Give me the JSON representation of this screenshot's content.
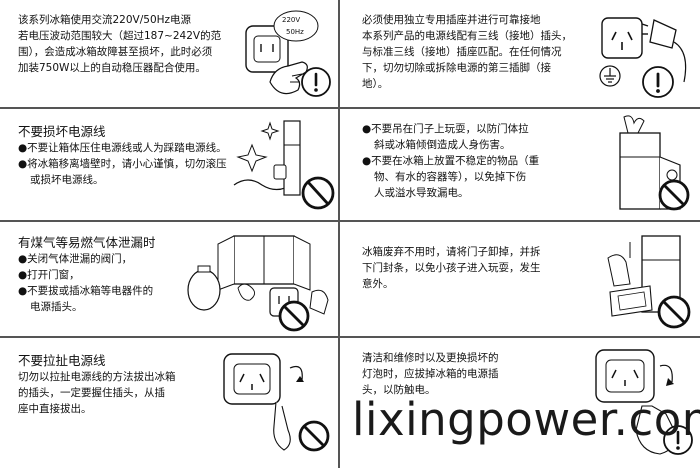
{
  "panels": {
    "p1": {
      "text": [
        "该系列冰箱使用交流220V/50Hz电源",
        "若电压波动范围较大（超过187~242V的范",
        "围），会造成冰箱故障甚至损坏，此时必须",
        "加装750W以上的自动稳压器配合使用。"
      ],
      "socket_labels": [
        "220V",
        "50Hz"
      ]
    },
    "p2": {
      "text": [
        "必须使用独立专用插座并进行可靠接地",
        "本系列产品的电源线配有三线（接地）插头，",
        "与标准三线（接地）插座匹配。在任何情况",
        "下，切勿切除或拆除电源的第三插脚（接",
        "地）。"
      ]
    },
    "p3": {
      "title": "不要损坏电源线",
      "bullets": [
        "●不要让箱体压住电源线或人为踩踏电源线。",
        "●将冰箱移离墙壁时，请小心谨慎，切勿滚压",
        "或损坏电源线。"
      ]
    },
    "p4": {
      "bullets": [
        "●不要吊在门子上玩耍，以防门体拉",
        "斜或冰箱倾倒造成人身伤害。",
        "●不要在冰箱上放置不稳定的物品（重",
        "物、有水的容器等），以免掉下伤",
        "人或溢水导致漏电。"
      ]
    },
    "p5": {
      "title": "有煤气等易燃气体泄漏时",
      "bullets": [
        "●关闭气体泄漏的阀门，",
        "●打开门窗，",
        "●不要拔或插冰箱等电器件的",
        "电源插头。"
      ]
    },
    "p6": {
      "text": [
        "冰箱废弃不用时，请将门子卸掉，并拆",
        "下门封条，以免小孩子进入玩耍，发生",
        "意外。"
      ]
    },
    "p7": {
      "title": "不要拉扯电源线",
      "text": [
        "切勿以拉扯电源线的方法拔出冰箱",
        "的插头，一定要握住插头，从插",
        "座中直接拔出。"
      ]
    },
    "p8": {
      "text": [
        "清洁和维修时以及更换损坏的",
        "灯泡时，应拔掉冰箱的电源插",
        "头，以防触电。"
      ]
    }
  },
  "watermark": "lixingpower.com",
  "colors": {
    "ink": "#111111",
    "rule": "#555555",
    "paper": "#ffffff"
  },
  "icons": [
    "warning-exclamation-icon",
    "prohibited-icon",
    "ground-symbol-icon"
  ]
}
